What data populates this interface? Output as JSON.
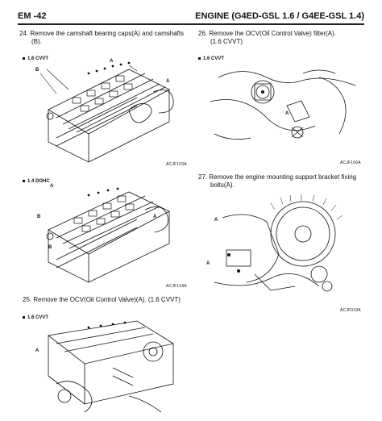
{
  "header": {
    "section": "EM -42",
    "title": "ENGINE (G4ED-GSL 1.6 / G4EE-GSL 1.4)"
  },
  "steps": [
    {
      "line1": "24.  Remove the camshaft bearing caps(A) and camshafts",
      "line2": "(B).",
      "variants": [
        {
          "label": "1.6 CVVT",
          "figure_code": "ACJF103A",
          "callouts": [
            "A",
            "B",
            "A"
          ]
        },
        {
          "label": "1.4 DOHC",
          "figure_code": "ACJF104A",
          "callouts": [
            "A",
            "B",
            "A",
            "B"
          ]
        }
      ]
    },
    {
      "line1": "26.  Remove the OCV(Oil Control Valve) filter(A).",
      "line2": "(1.6 CVVT)",
      "variants": [
        {
          "label": "1.6 CVVT",
          "figure_code": "ACJF106A",
          "callouts": [
            "A"
          ]
        }
      ]
    },
    {
      "line1": "27.  Remove the engine mounting support bracket fixing",
      "line2": "bolts(A).",
      "variants": [
        {
          "figure_code": "ACJF019A",
          "callouts": [
            "A",
            "A"
          ]
        }
      ]
    },
    {
      "line1": "25.  Remove the OCV(Oil Control Valve)(A). (1.6 CVVT)",
      "variants": [
        {
          "label": "1.6 CVVT",
          "callouts": [
            "A"
          ]
        }
      ]
    }
  ]
}
